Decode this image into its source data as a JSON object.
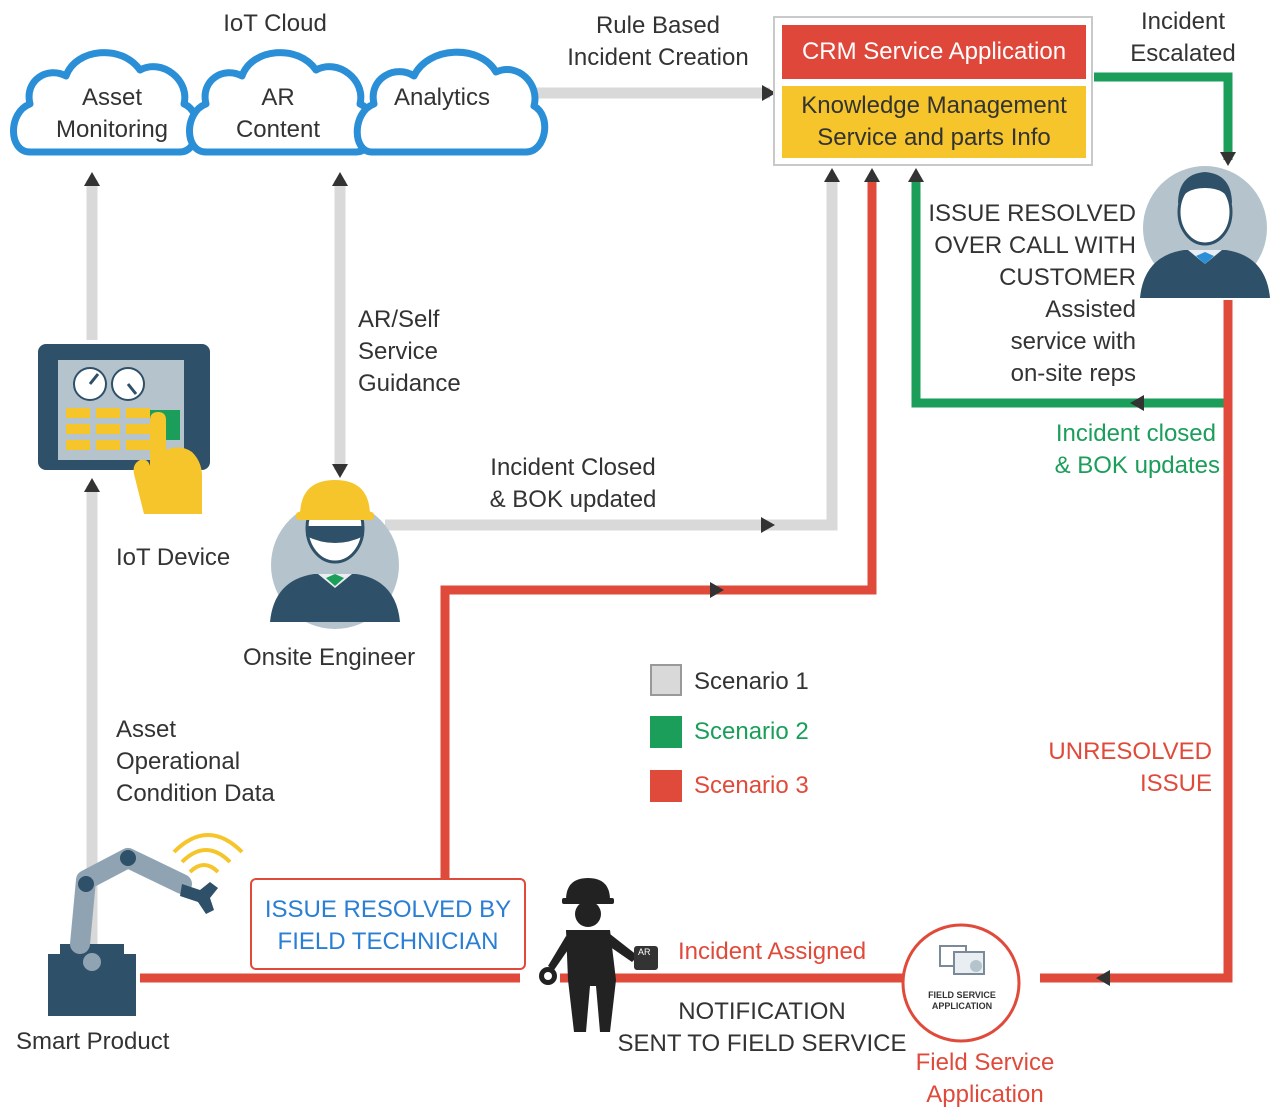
{
  "clouds": {
    "group_title": "IoT Cloud",
    "asset_monitoring": [
      "Asset",
      "Monitoring"
    ],
    "ar_content": [
      "AR",
      "Content"
    ],
    "analytics": "Analytics"
  },
  "crm": {
    "service_application": "CRM Service Application",
    "knowledge_management": [
      "Knowledge Management",
      "Service and parts Info"
    ]
  },
  "labels": {
    "rule_based": [
      "Rule Based",
      "Incident Creation"
    ],
    "incident_escalated": [
      "Incident",
      "Escalated"
    ],
    "issue_resolved_call": [
      "ISSUE RESOLVED",
      "OVER CALL WITH",
      "CUSTOMER"
    ],
    "assisted_service": [
      "Assisted",
      "service with",
      "on-site reps"
    ],
    "incident_closed_bok": [
      "Incident closed",
      "& BOK updates"
    ],
    "ar_self_service": [
      "AR/Self",
      "Service",
      "Guidance"
    ],
    "incident_closed_bok_updated": [
      "Incident Closed",
      "& BOK updated"
    ],
    "iot_device": "IoT Device",
    "onsite_engineer": "Onsite Engineer",
    "asset_operational": [
      "Asset",
      "Operational",
      "Condition Data"
    ],
    "unresolved_issue": [
      "UNRESOLVED",
      "ISSUE"
    ],
    "issue_resolved_field": [
      "ISSUE RESOLVED BY",
      "FIELD TECHNICIAN"
    ],
    "incident_assigned": "Incident Assigned",
    "notification": [
      "NOTIFICATION",
      "SENT TO FIELD SERVICE"
    ],
    "field_service_app": [
      "Field Service",
      "Application"
    ],
    "field_service_badge": [
      "FIELD SERVICE",
      "APPLICATION"
    ],
    "ar_tag": "AR",
    "smart_product": "Smart Product"
  },
  "legend": [
    {
      "label": "Scenario 1",
      "color": "#d9d9d9"
    },
    {
      "label": "Scenario 2",
      "color": "#1a9e5a"
    },
    {
      "label": "Scenario 3",
      "color": "#e04a3a"
    }
  ],
  "colors": {
    "scenario1": "#d9d9d9",
    "scenario2": "#1a9e5a",
    "scenario3": "#e04a3a",
    "cloud_stroke": "#2a8fd6",
    "person_body": "#2e5068",
    "helmet": "#f5c52b"
  }
}
